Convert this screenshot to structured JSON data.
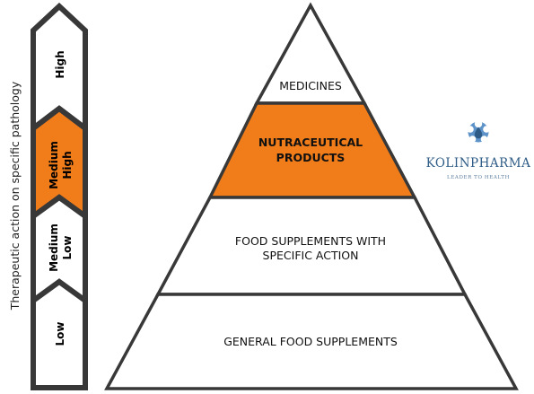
{
  "axis_label": "Therapeutic action on specific pathology",
  "levels": [
    {
      "line1": "High",
      "line2": ""
    },
    {
      "line1": "Medium",
      "line2": "High"
    },
    {
      "line1": "Medium",
      "line2": "Low"
    },
    {
      "line1": "Low",
      "line2": ""
    }
  ],
  "highlighted_level": "Medium High",
  "pyramid": {
    "tiers": [
      {
        "line1": "MEDICINES",
        "line2": ""
      },
      {
        "line1": "NUTRACEUTICAL",
        "line2": "PRODUCTS"
      },
      {
        "line1": "FOOD SUPPLEMENTS WITH",
        "line2": "SPECIFIC ACTION"
      },
      {
        "line1": "GENERAL FOOD SUPPLEMENTS",
        "line2": ""
      }
    ],
    "highlighted_tier": "NUTRACEUTICAL PRODUCTS"
  },
  "brand": {
    "name": "KOLINPHARMA",
    "tagline": "LEADER TO HEALTH",
    "logo_icon": "water-drop-emblem-icon"
  },
  "colors": {
    "highlight": "#f07c1a",
    "outline": "#383838",
    "background": "#ffffff",
    "brand_blue": "#2e5c87",
    "brand_light_blue": "#5d93c9"
  }
}
